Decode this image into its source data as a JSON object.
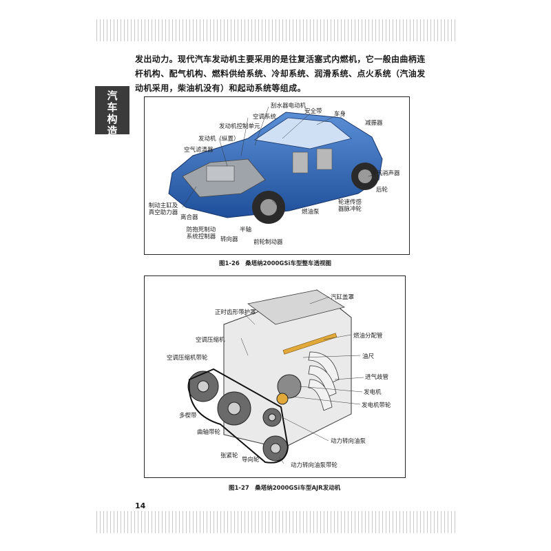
{
  "side_tab": {
    "chars": [
      "汽",
      "车",
      "构",
      "造"
    ]
  },
  "body_text": "发出动力。现代汽车发动机主要采用的是往复活塞式内燃机，它一般由曲柄连杆机构、配气机构、燃料供给系统、冷却系统、润滑系统、点火系统（汽油发动机采用，柴油机没有）和起动系统等组成。",
  "figure1": {
    "caption": "图1-26　桑塔纳2000GSi车型整车透视图",
    "labels": {
      "wiper_motor": "刮水器电动机",
      "seat_belt": "安全带",
      "ac_system": "空调系统",
      "body": "车身",
      "shock_absorber": "减振器",
      "ecu": "发动机控制单元",
      "engine": "发动机（纵置）",
      "air_filter": "空气滤清器",
      "exhaust_muffler": "排气消声器",
      "rear_wheel": "后轮",
      "brake_master": "制动主缸及真空助力器",
      "clutch": "离合器",
      "abs": "防抱死制动系统控制器",
      "half_shaft": "半轴",
      "steering_gear": "转向器",
      "front_brake": "前轮制动器",
      "fuel_pump": "燃油泵",
      "speed_sensor": "轮速传感器脉冲轮"
    }
  },
  "figure2": {
    "caption": "图1-27　桑塔纳2000GSi车型AJR发动机",
    "labels": {
      "valve_cover": "汽缸盖罩",
      "timing_belt_cover": "正时齿形带护罩",
      "fuel_rail": "燃油分配管",
      "ac_compressor": "空调压缩机",
      "dipstick": "油尺",
      "ac_pulley": "空调压缩机带轮",
      "intake_manifold": "进气歧管",
      "alternator": "发电机",
      "alternator_pulley": "发电机带轮",
      "serpentine_belt": "多楔带",
      "crank_pulley": "曲轴带轮",
      "ps_pump": "动力转向油泵",
      "tensioner": "张紧轮",
      "idler": "导向轮",
      "ps_pulley": "动力转向油泵带轮"
    }
  },
  "page_number": "14"
}
